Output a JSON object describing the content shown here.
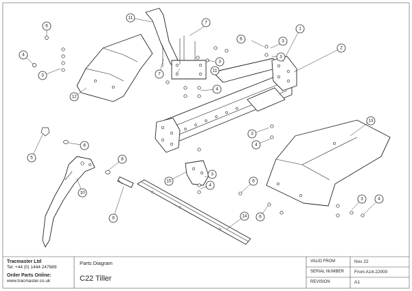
{
  "company": {
    "name": "Tracmaster Ltd",
    "tel": "Tel: +44 (0) 1444 247689",
    "order_heading": "Order  Parts Online:",
    "website": "www.tracmaster.co.uk"
  },
  "drawing": {
    "type_label": "Parts Diagram",
    "model": "C22 Tiller"
  },
  "meta": {
    "valid_from_label": "VALID FROM",
    "valid_from_value": "Nov 22",
    "serial_label": "SERIAL NUMBER",
    "serial_value": "From A14-22000",
    "revision_label": "REVISION",
    "revision_value": "A1"
  },
  "callouts": {
    "c1": "1",
    "c2": "2",
    "c3a": "3",
    "c3b": "3",
    "c3c": "3",
    "c3d": "3",
    "c3e": "3",
    "c3f": "3",
    "c4a": "4",
    "c4b": "4",
    "c4c": "4",
    "c4d": "4",
    "c4e": "4",
    "c5": "5",
    "c6a": "6",
    "c6b": "6",
    "c6c": "6",
    "c6d": "6",
    "c7a": "7",
    "c7b": "7",
    "c8a": "8",
    "c8b": "8",
    "c9": "9",
    "c10": "10",
    "c11a": "11",
    "c11b": "11",
    "c12": "12",
    "c13": "13",
    "c14": "14",
    "c15": "15"
  }
}
